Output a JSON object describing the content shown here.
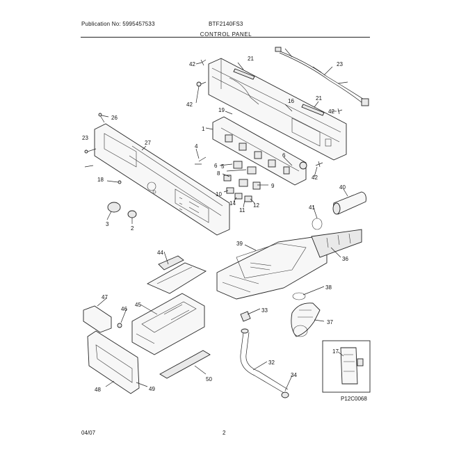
{
  "header": {
    "publication": "Publication No: 5995457533",
    "model": "BTF2140FS3",
    "section": "CONTROL PANEL"
  },
  "footer": {
    "date": "04/07",
    "page": "2"
  },
  "diagram": {
    "code": "P12C0068",
    "callouts": [
      {
        "id": "c42a",
        "text": "42"
      },
      {
        "id": "c42b",
        "text": "42"
      },
      {
        "id": "c42c",
        "text": "42"
      },
      {
        "id": "c42d",
        "text": "42"
      },
      {
        "id": "c21a",
        "text": "21"
      },
      {
        "id": "c21b",
        "text": "21"
      },
      {
        "id": "c23a",
        "text": "23"
      },
      {
        "id": "c23b",
        "text": "23"
      },
      {
        "id": "c16",
        "text": "16"
      },
      {
        "id": "c19",
        "text": "19"
      },
      {
        "id": "c26",
        "text": "26"
      },
      {
        "id": "c27",
        "text": "27"
      },
      {
        "id": "c18",
        "text": "18"
      },
      {
        "id": "c1",
        "text": "1"
      },
      {
        "id": "c4",
        "text": "4"
      },
      {
        "id": "c6a",
        "text": "6"
      },
      {
        "id": "c6b",
        "text": "6"
      },
      {
        "id": "c5",
        "text": "5"
      },
      {
        "id": "c8",
        "text": "8"
      },
      {
        "id": "c9",
        "text": "9"
      },
      {
        "id": "c10",
        "text": "10"
      },
      {
        "id": "c14",
        "text": "14"
      },
      {
        "id": "c11",
        "text": "11"
      },
      {
        "id": "c12",
        "text": "12"
      },
      {
        "id": "c3",
        "text": "3"
      },
      {
        "id": "c2",
        "text": "2"
      },
      {
        "id": "c40",
        "text": "40"
      },
      {
        "id": "c41",
        "text": "41"
      },
      {
        "id": "c39",
        "text": "39"
      },
      {
        "id": "c36",
        "text": "36"
      },
      {
        "id": "c38",
        "text": "38"
      },
      {
        "id": "c33",
        "text": "33"
      },
      {
        "id": "c37",
        "text": "37"
      },
      {
        "id": "c44",
        "text": "44"
      },
      {
        "id": "c47",
        "text": "47"
      },
      {
        "id": "c46",
        "text": "46"
      },
      {
        "id": "c45",
        "text": "45"
      },
      {
        "id": "c48",
        "text": "48"
      },
      {
        "id": "c49",
        "text": "49"
      },
      {
        "id": "c50",
        "text": "50"
      },
      {
        "id": "c32",
        "text": "32"
      },
      {
        "id": "c34",
        "text": "34"
      },
      {
        "id": "c17",
        "text": "17"
      }
    ]
  }
}
